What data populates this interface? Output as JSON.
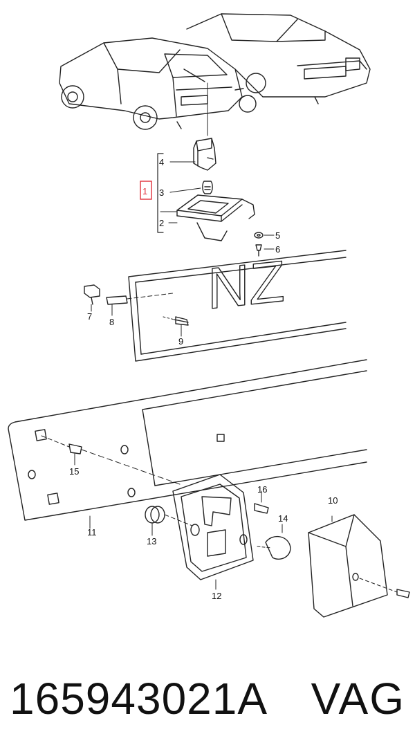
{
  "diagram": {
    "callouts": {
      "c1": "1",
      "c2": "2",
      "c3": "3",
      "c4": "4",
      "c5": "5",
      "c6": "6",
      "c7": "7",
      "c8": "8",
      "c9": "9",
      "c10": "10",
      "c11": "11",
      "c12": "12",
      "c13": "13",
      "c14": "14",
      "c15": "15",
      "c16": "16"
    },
    "plate_text": "NZ",
    "highlight_color": "#e0303a"
  },
  "footer": {
    "part_number": "165943021A",
    "brand": "VAG"
  }
}
